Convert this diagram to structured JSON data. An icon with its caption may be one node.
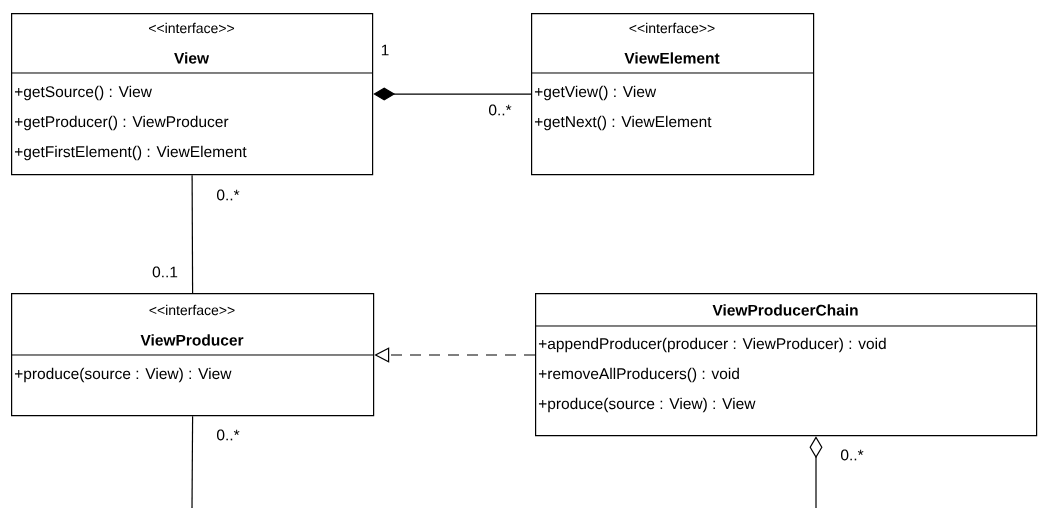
{
  "diagram": {
    "nodes": [
      {
        "text": [
          "<<interface>>",
          "View",
          "+getSource() : View",
          "+getProducer() : ViewProducer",
          "+getFirstElement() : ViewElement"
        ]
      },
      {
        "text": [
          "<<interface>>",
          "ViewElement",
          "+getView() : View",
          "+getNext() : ViewElement"
        ]
      },
      {
        "text": [
          "<<interface>>",
          "ViewProducer",
          "+produce(source : View) : View"
        ]
      },
      {
        "text": [
          "ViewProducerChain",
          "+appendProducer(producer : ViewProducer) : void",
          "+removeAllProducers() : void",
          "+produce(source : View) : View"
        ]
      }
    ],
    "edges": [
      {
        "from": 0,
        "to": 1,
        "arrow": "other"
      },
      {
        "from": 0,
        "to": 2,
        "arrow": "none"
      },
      {
        "from": 3,
        "to": 2,
        "arrow": "to",
        "style": "dashed"
      },
      {
        "from": 2,
        "to": null,
        "arrow": "none"
      },
      {
        "from": 3,
        "to": null,
        "arrow": "other"
      }
    ],
    "labels": [
      "1",
      "0..*",
      "0..*",
      "0..1",
      "0..*",
      "0..*"
    ]
  }
}
